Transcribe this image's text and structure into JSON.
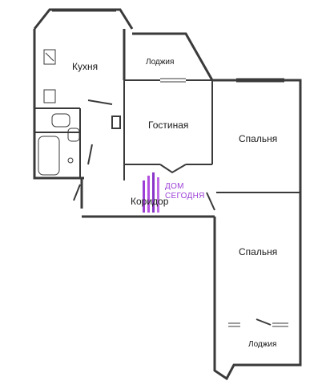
{
  "plan": {
    "rooms": [
      {
        "id": "kitchen",
        "label": "Кухня"
      },
      {
        "id": "loggia-top",
        "label": "Лоджия"
      },
      {
        "id": "living",
        "label": "Гостиная"
      },
      {
        "id": "bedroom-1",
        "label": "Спальня"
      },
      {
        "id": "corridor",
        "label": "Коридор"
      },
      {
        "id": "bedroom-2",
        "label": "Спальня"
      },
      {
        "id": "loggia-bottom",
        "label": "Лоджия"
      }
    ]
  },
  "watermark": {
    "line1": "ДОМ",
    "line2": "СЕГОДНЯ",
    "color": "#9b3fd6"
  },
  "colors": {
    "wall": "#3a3a3a",
    "background": "#ffffff"
  }
}
